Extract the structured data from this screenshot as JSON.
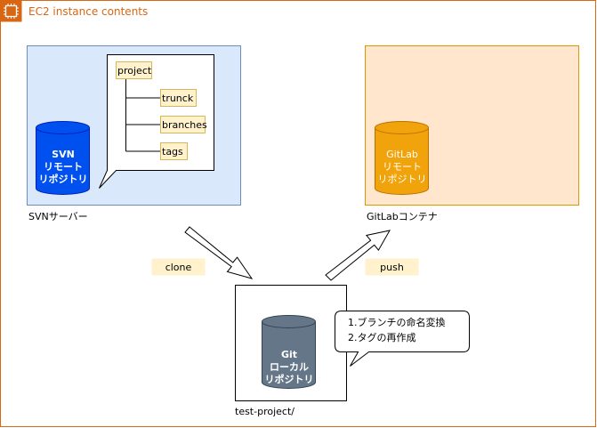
{
  "container": {
    "title": "EC2 instance contents",
    "border_color": "#d86613",
    "icon": "ec2-instance-icon"
  },
  "svn": {
    "server_label": "SVNサーバー",
    "area_fill": "#dae8fc",
    "area_stroke": "#6c8ebf",
    "db_lines": [
      "SVN",
      "リモート",
      "リポジトリ"
    ],
    "db_fill": "#0050ef",
    "db_stroke": "#001dbc",
    "tree": {
      "root": "project",
      "children": [
        "trunck",
        "branches",
        "tags"
      ],
      "node_fill": "#fff2cc",
      "node_stroke": "#d6b656"
    }
  },
  "gitlab": {
    "container_label": "GitLabコンテナ",
    "area_fill": "#ffe6cc",
    "area_stroke": "#d79b00",
    "db_lines": [
      "GitLab",
      "リモート",
      "リポジトリ"
    ],
    "db_fill": "#f0a30a",
    "db_stroke": "#bd7000"
  },
  "local": {
    "folder_label": "test-project/",
    "db_lines": [
      "Git",
      "ローカル",
      "リポジトリ"
    ],
    "db_fill": "#647687",
    "db_stroke": "#314354",
    "notes": [
      "1.ブランチの命名変換",
      "2.タグの再作成"
    ]
  },
  "actions": {
    "clone": "clone",
    "push": "push",
    "label_fill": "#fff2cc"
  }
}
